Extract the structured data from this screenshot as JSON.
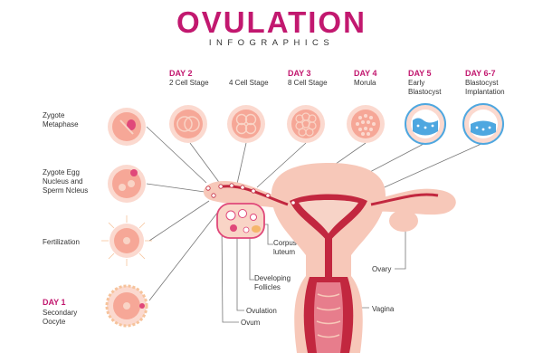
{
  "header": {
    "title": "OVULATION",
    "subtitle": "INFOGRAPHICS"
  },
  "top_stages": [
    {
      "day": "DAY 2",
      "name": "2 Cell Stage"
    },
    {
      "day": "",
      "name": "4 Cell Stage"
    },
    {
      "day": "DAY 3",
      "name": "8 Cell Stage"
    },
    {
      "day": "DAY 4",
      "name": "Morula"
    },
    {
      "day": "DAY 5",
      "name": "Early Blastocyst"
    },
    {
      "day": "DAY 6-7",
      "name": "Blastocyst Implantation"
    }
  ],
  "left_stages": [
    {
      "day": "",
      "name": "Zygote Metaphase"
    },
    {
      "day": "",
      "name": "Zygote Egg Nucleus and Sperm Ncleus"
    },
    {
      "day": "",
      "name": "Fertilization"
    },
    {
      "day": "DAY 1",
      "name": "Secondary Oocyte"
    }
  ],
  "anatomy_labels": {
    "corpus_luteum": "Corpus luteum",
    "developing_follicles": "Developing Follicles",
    "ovulation": "Ovulation",
    "ovum": "Ovum",
    "ovary": "Ovary",
    "vagina": "Vagina"
  },
  "colors": {
    "accent": "#c2186f",
    "cell": "#f6a797",
    "uterus": "#f7c8b9",
    "muscle": "#c2273f",
    "blastocyst": "#4ea7e0"
  }
}
